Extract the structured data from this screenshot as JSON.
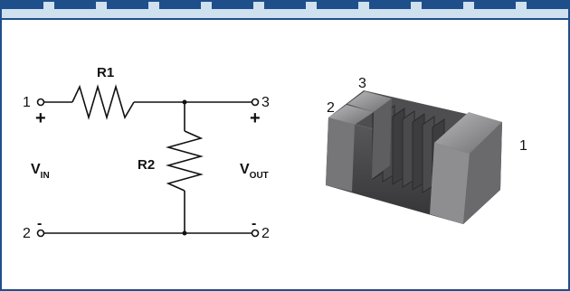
{
  "schematic": {
    "resistor_top": "R1",
    "resistor_shunt": "R2",
    "pin_in": "1",
    "pin_out": "3",
    "pin_gnd_left": "2",
    "pin_gnd_right": "2",
    "plus_in": "+",
    "plus_out": "+",
    "minus_in": "-",
    "minus_out": "-",
    "vin_main": "V",
    "vin_sub": "IN",
    "vout_main": "V",
    "vout_sub": "OUT"
  },
  "component": {
    "pin_1": "1",
    "pin_2": "2",
    "pin_3": "3",
    "body_color": "#4a4a4c",
    "cap_color": "#8e8e90"
  },
  "colors": {
    "border": "#1f4f8a",
    "header": "#cfe0ef"
  }
}
